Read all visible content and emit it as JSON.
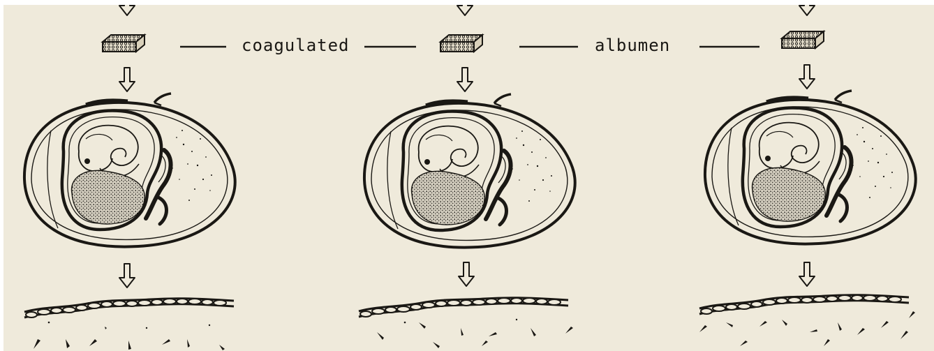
{
  "labels": {
    "left": "coagulated",
    "right": "albumen"
  },
  "colors": {
    "background": "#efeadb",
    "ink": "#1a1814"
  },
  "panels": [
    {
      "name": "left"
    },
    {
      "name": "center"
    },
    {
      "name": "right"
    }
  ]
}
